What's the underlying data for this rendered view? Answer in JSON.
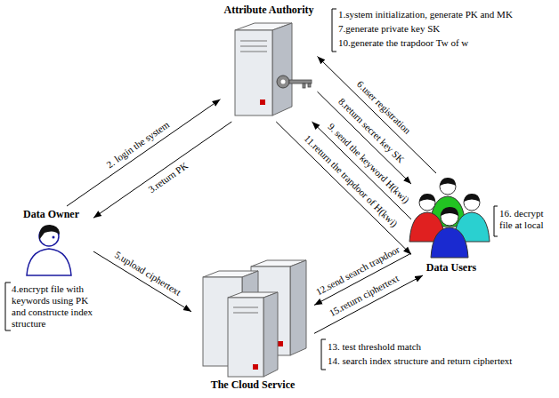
{
  "diagram": {
    "nodes": [
      {
        "text": [
          "Attribute Authority"
        ]
      },
      {
        "text": [
          "Data Owner"
        ]
      },
      {
        "text": [
          "Data Users"
        ]
      },
      {
        "text": [
          "The Cloud Service"
        ]
      }
    ],
    "edges": [
      {
        "from": 1,
        "to": 0,
        "arrow": "to",
        "label": "2. login the system"
      },
      {
        "from": 0,
        "to": 1,
        "arrow": "to",
        "label": "3.return PK"
      },
      {
        "from": 1,
        "to": 3,
        "arrow": "to",
        "label": "5.upload ciphertext"
      },
      {
        "from": 2,
        "to": 0,
        "arrow": "to",
        "label": "6.user registration"
      },
      {
        "from": 0,
        "to": 2,
        "arrow": "to",
        "label": "8.return secret key SK"
      },
      {
        "from": 2,
        "to": 0,
        "arrow": "to",
        "label": "9. send the keyword H(kwi)"
      },
      {
        "from": 0,
        "to": 2,
        "arrow": "to",
        "label": "11.return the trapdoor of H(kwi)"
      },
      {
        "from": 2,
        "to": 3,
        "arrow": "to",
        "label": "12.send search trapdoor"
      },
      {
        "from": 3,
        "to": 2,
        "arrow": "to",
        "label": "15.return ciphertext"
      }
    ],
    "labels": [
      "1.system initialization, generate PK and MK",
      "7.generate private key SK",
      "10.generate the trapdoor Tw of w",
      "4.encrypt file with keywords using PK and constructe index structure",
      "16. decrypt file at local",
      "13. test threshold match",
      "14. search index structure and return ciphertext"
    ]
  }
}
